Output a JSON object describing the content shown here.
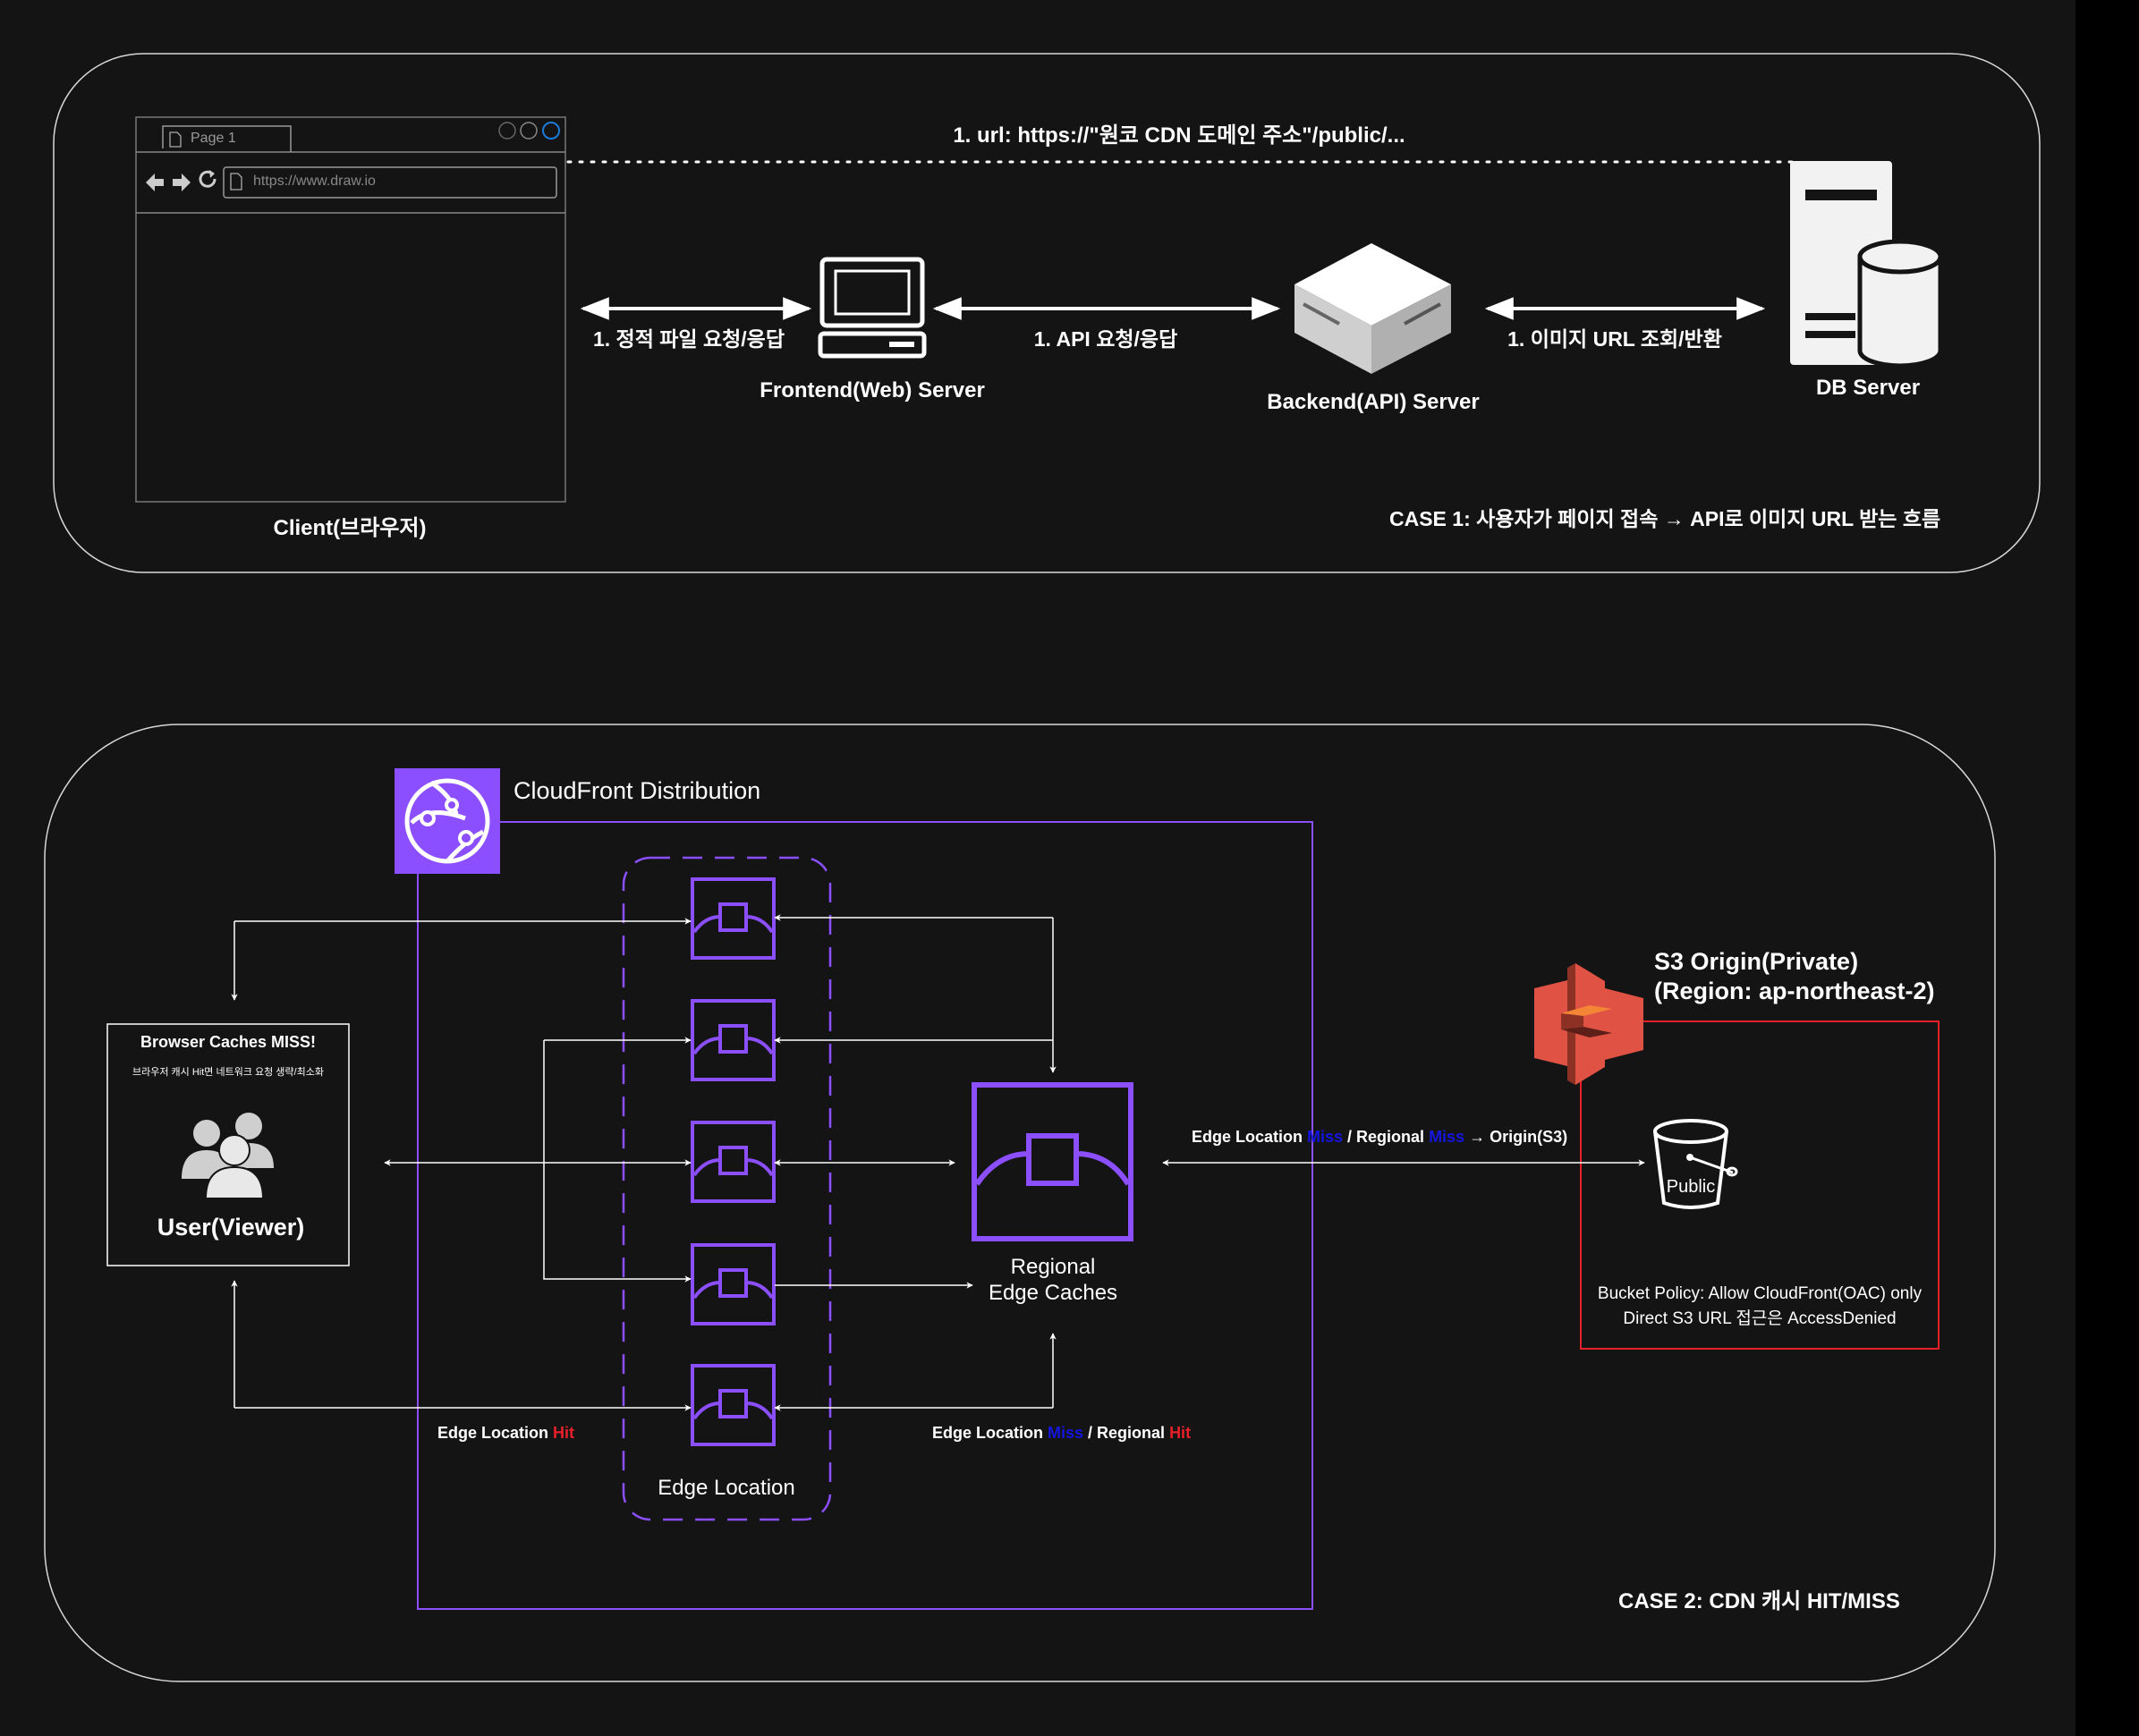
{
  "case1": {
    "browser": {
      "tab_label": "Page 1",
      "url_text": "https://www.draw.io",
      "caption": "Client(브라우저)"
    },
    "url_label": "1. url: https://\"원코 CDN 도메인 주소\"/public/...",
    "static_label": "1. 정적 파일 요청/응답",
    "api_label": "1. API 요청/응답",
    "image_url_label": "1. 이미지 URL 조회/반환",
    "frontend_label": "Frontend(Web) Server",
    "backend_label": "Backend(API) Server",
    "db_label": "DB Server",
    "case_title": "CASE 1: 사용자가 페이지 접속 → API로 이미지 URL 받는 흐름"
  },
  "case2": {
    "cloudfront_title": "CloudFront Distribution",
    "browser_box": {
      "title": "Browser Caches MISS!",
      "note": "브라우저 캐시 Hit면 네트워크 요청 생략/최소화",
      "user_label": "User(Viewer)"
    },
    "edge_location_label": "Edge Location",
    "regional_label_1": "Regional",
    "regional_label_2": "Edge Caches",
    "s3_title_1": "S3 Origin(Private)",
    "s3_title_2": "(Region: ap-northeast-2)",
    "bucket_label": "Public",
    "bucket_policy_1": "Bucket Policy: Allow CloudFront(OAC) only",
    "bucket_policy_2": "Direct S3 URL 접근은 AccessDenied",
    "origin_flow": {
      "edge": "Edge Location ",
      "miss1": "Miss",
      "regional": " / Regional ",
      "miss2": "Miss",
      "origin": " →  Origin(S3)"
    },
    "edge_hit": {
      "edge": "Edge Location ",
      "hit": "Hit"
    },
    "regional_hit": {
      "edge": "Edge Location ",
      "miss": "Miss",
      "regional": "  / Regional ",
      "hit": "Hit"
    },
    "case_title": "CASE 2: CDN 캐시 HIT/MISS"
  },
  "colors": {
    "background": "#141414",
    "purple": "#8c4fff",
    "s3_red": "#e05243",
    "red": "#e8202a",
    "blue": "#1515e0"
  }
}
